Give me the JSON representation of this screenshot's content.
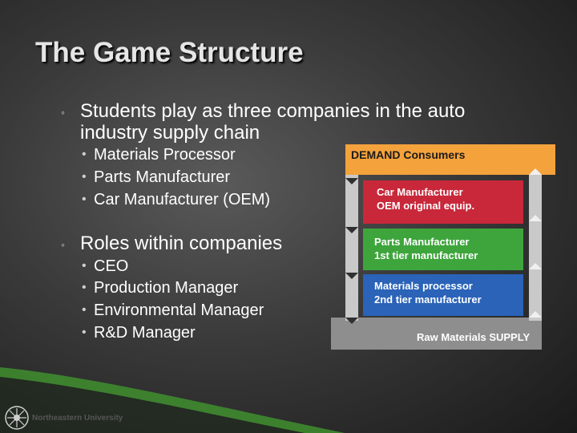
{
  "slide": {
    "title": "The Game Structure",
    "bullets": [
      {
        "text_line1": "Students play as three companies in the auto",
        "text_line2": "industry supply chain",
        "sub": [
          "Materials Processor",
          "Parts Manufacturer",
          "Car Manufacturer (OEM)"
        ]
      },
      {
        "text_line1": "Roles within companies",
        "sub": [
          "CEO",
          "Production Manager",
          "Environmental Manager",
          "R&D Manager"
        ]
      }
    ],
    "bullet_marker": "◦",
    "sub_marker": "•"
  },
  "diagram": {
    "demand": "DEMAND Consumers",
    "car": {
      "line1": "Car Manufacturer",
      "line2": "OEM original equip."
    },
    "parts": {
      "line1": "Parts Manufacturer",
      "line2": "1st tier manufacturer"
    },
    "materials": {
      "line1": "Materials processor",
      "line2": "2nd tier manufacturer"
    },
    "supply": "Raw Materials SUPPLY",
    "colors": {
      "demand": "#f4a23c",
      "car": "#c8283a",
      "parts": "#3ea53c",
      "materials": "#2a63b8",
      "supply": "#8e8e8e"
    }
  },
  "footer": {
    "university": "Northeastern University"
  }
}
